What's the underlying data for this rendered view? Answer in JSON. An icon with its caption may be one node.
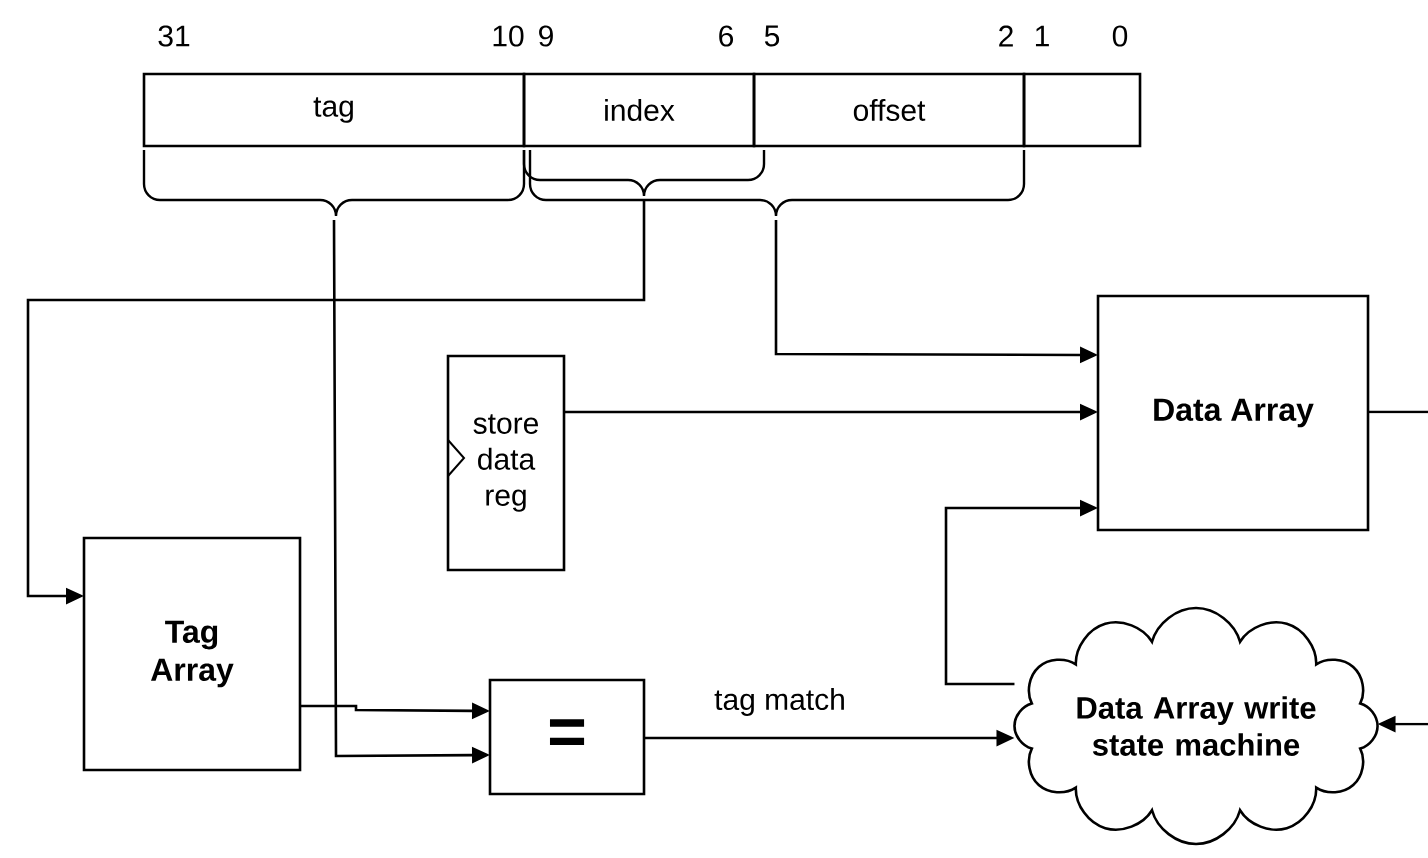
{
  "diagram": {
    "nodes": [
      {
        "text": [
          "tag"
        ]
      },
      {
        "text": [
          "index"
        ]
      },
      {
        "text": [
          "offset"
        ]
      },
      {
        "text": [],
        "shape": "box"
      },
      {
        "text": [
          "store data reg"
        ]
      },
      {
        "text": [
          "Data Array"
        ]
      },
      {
        "text": [
          "Tag Array"
        ]
      },
      {
        "text": [
          "="
        ]
      },
      {
        "text": [
          "Data Array write state machine"
        ]
      }
    ],
    "edges": [
      {
        "from": 0,
        "to": 7,
        "arrow": "to"
      },
      {
        "from": 1,
        "to": 6,
        "arrow": "to"
      },
      {
        "from": 1,
        "to": 5,
        "arrow": "to"
      },
      {
        "from": 2,
        "to": 5,
        "arrow": "to"
      },
      {
        "from": 4,
        "to": 5,
        "arrow": "to"
      },
      {
        "from": 6,
        "to": 7,
        "arrow": "to"
      },
      {
        "from": 7,
        "to": 8,
        "label": "tag match",
        "arrow": "to"
      },
      {
        "from": 8,
        "to": 5,
        "arrow": "to"
      },
      {
        "from": 5,
        "to": null,
        "arrow": "none"
      },
      {
        "from": null,
        "to": 8,
        "arrow": "to"
      }
    ],
    "labels": [
      "31",
      "10",
      "9",
      "6",
      "5",
      "2",
      "1",
      "0"
    ]
  }
}
